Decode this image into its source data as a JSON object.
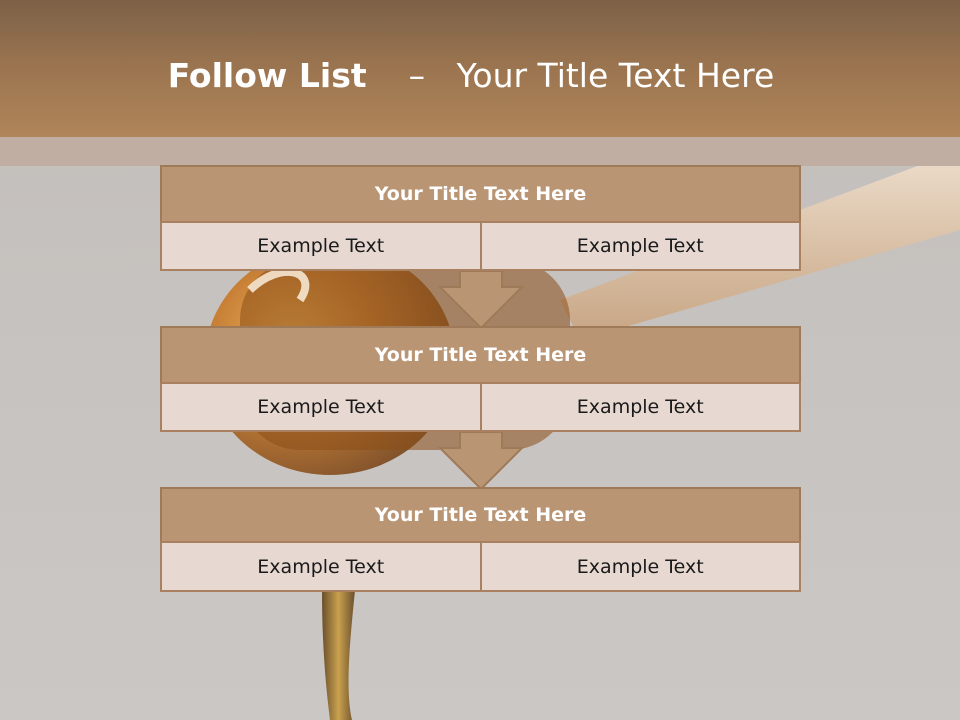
{
  "header": {
    "title_bold": "Follow List",
    "title_separator": "–",
    "title_rest": "Your Title Text Here"
  },
  "blocks": [
    {
      "title": "Your Title Text Here",
      "cells": [
        "Example Text",
        "Example Text"
      ]
    },
    {
      "title": "Your Title Text Here",
      "cells": [
        "Example Text",
        "Example Text"
      ]
    },
    {
      "title": "Your Title Text Here",
      "cells": [
        "Example Text",
        "Example Text"
      ]
    }
  ],
  "colors": {
    "header": "#99734f",
    "block_title": "#b99574",
    "cell": "#e7d9d2",
    "border": "#9f7a58",
    "background": "#c6c2bf"
  },
  "background_image": "honey-dipper-picture"
}
